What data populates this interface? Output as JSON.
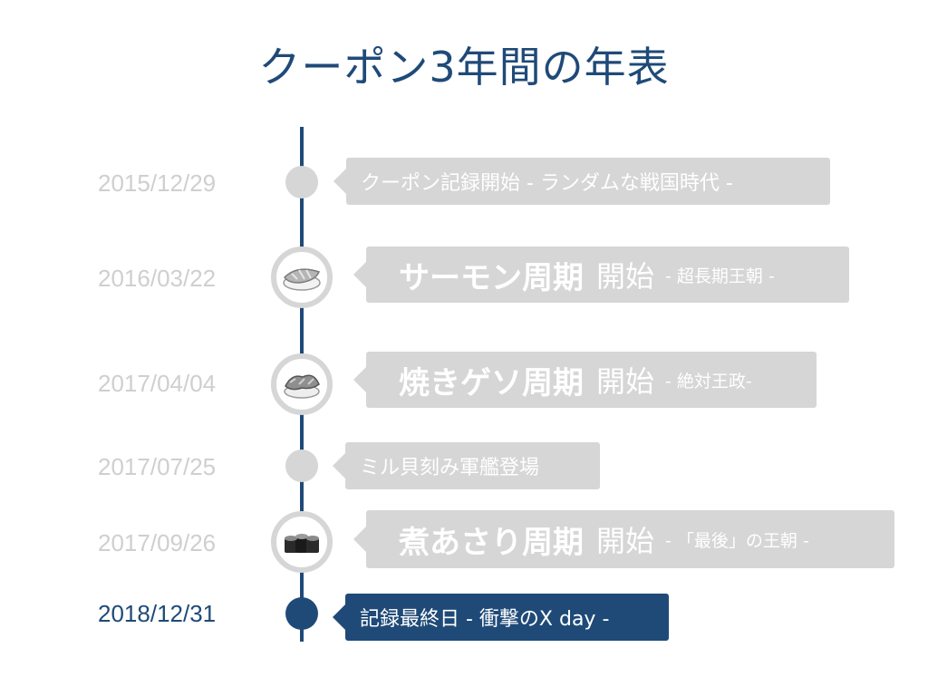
{
  "title": "クーポン3年間の年表",
  "events": [
    {
      "date": "2015/12/29",
      "text": "クーポン記録開始 - ランダムな戦国時代 -"
    },
    {
      "date": "2016/03/22",
      "bold": "サーモン周期",
      "mid": "開始",
      "sub": "- 超長期王朝 -",
      "icon": "salmon-sushi-icon"
    },
    {
      "date": "2017/04/04",
      "bold": "焼きゲソ周期",
      "mid": "開始",
      "sub": "- 絶対王政-",
      "icon": "grilled-squid-sushi-icon"
    },
    {
      "date": "2017/07/25",
      "text": "ミル貝刻み軍艦登場"
    },
    {
      "date": "2017/09/26",
      "bold": "煮あさり周期",
      "mid": "開始",
      "sub": " - 「最後」の王朝 -",
      "icon": "clam-gunkan-sushi-icon"
    },
    {
      "date": "2018/12/31",
      "text": "記録最終日 - 衝撃のX day -"
    }
  ],
  "colors": {
    "accent": "#1f4a78",
    "inactive": "#d6d6d6",
    "inactive_text": "#cfcfcf"
  }
}
